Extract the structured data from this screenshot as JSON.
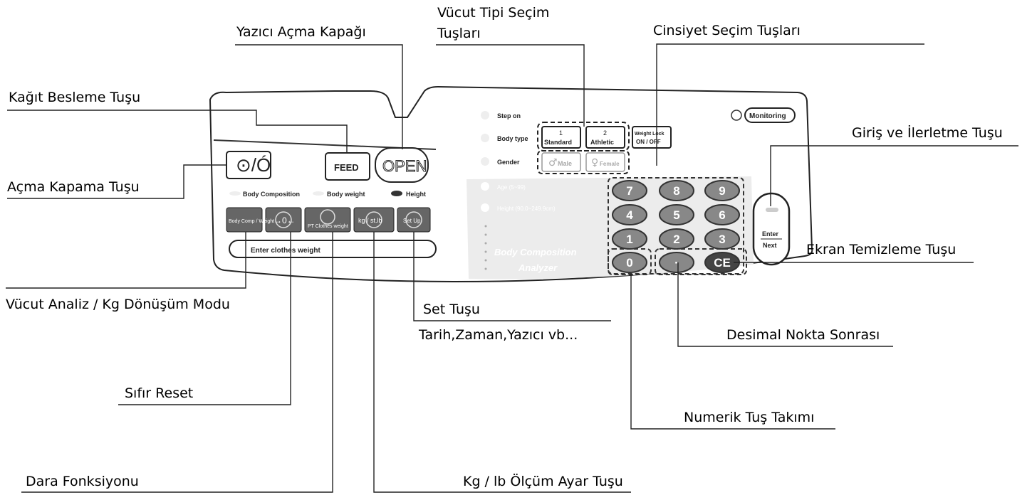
{
  "callouts": {
    "printer_cover": "Yazıcı Açma Kapağı",
    "body_type_line1": "Vücut Tipi Seçim",
    "body_type_line2": "Tuşları",
    "gender_select": "Cinsiyet Seçim Tuşları",
    "paper_feed": "Kağıt Besleme Tuşu",
    "enter_next": "Giriş ve İlerletme Tuşu",
    "power": "Açma Kapama Tuşu",
    "clear_screen": "Ekran Temizleme Tuşu",
    "body_analysis_mode": "Vücut Analiz / Kg Dönüşüm Modu",
    "set_key": "Set Tuşu",
    "set_key_desc": "Tarih,Zaman,Yazıcı vb...",
    "decimal_point": "Desimal Nokta Sonrası",
    "zero_reset": "Sıfır Reset",
    "numeric_keypad": "Numerik Tuş Takımı",
    "tare": "Dara Fonksiyonu",
    "kg_lb": "Kg / lb Ölçüm Ayar Tuşu"
  },
  "panel": {
    "power_symbol": "⊙/Ó",
    "feed": "FEED",
    "open": "OPEN",
    "mode_labels": [
      "Body Composition",
      "Body weight",
      "Height"
    ],
    "func_keys": [
      "Body Comp / Weight",
      "→0←",
      "PT Clothes weight",
      "kg / st.lb",
      "Set Up"
    ],
    "clothes_field": "Enter clothes weight",
    "step_on": "Step on",
    "body_type": "Body type",
    "gender": "Gender",
    "age": "Age (5~99)",
    "height": "Height (90.0~249.9cm)",
    "standard_num": "1",
    "standard": "Standard",
    "athletic_num": "2",
    "athletic": "Athletic",
    "weight_lock_1": "Weight Lock",
    "weight_lock_2": "ON / OFF",
    "male": "Male",
    "female": "Female",
    "monitoring": "Monitoring",
    "product_1": "Body Composition",
    "product_2": "Analyzer",
    "keys": [
      "7",
      "8",
      "9",
      "4",
      "5",
      "6",
      "1",
      "2",
      "3",
      "0",
      "·",
      "CE"
    ],
    "enter": "Enter",
    "next": "Next"
  }
}
